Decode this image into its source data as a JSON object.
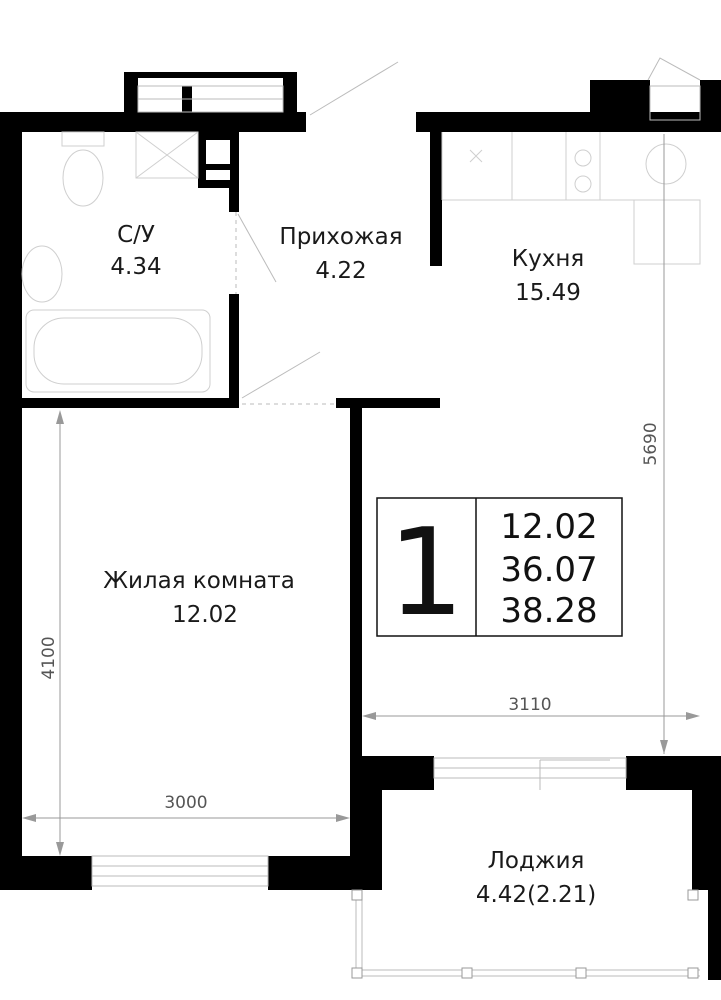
{
  "rooms": {
    "bathroom": {
      "label": "С/У",
      "area": "4.34"
    },
    "hallway": {
      "label": "Прихожая",
      "area": "4.22"
    },
    "kitchen": {
      "label": "Кухня",
      "area": "15.49"
    },
    "living": {
      "label": "Жилая комната",
      "area": "12.02"
    },
    "loggia": {
      "label": "Лоджия",
      "area": "4.42(2.21)"
    }
  },
  "summary": {
    "rooms_count": "1",
    "living_area": "12.02",
    "total_area": "36.07",
    "total_with_loggia": "38.28"
  },
  "dimensions": {
    "kitchen_height": "5690",
    "kitchen_width": "3110",
    "living_height": "4100",
    "living_width": "3000"
  }
}
